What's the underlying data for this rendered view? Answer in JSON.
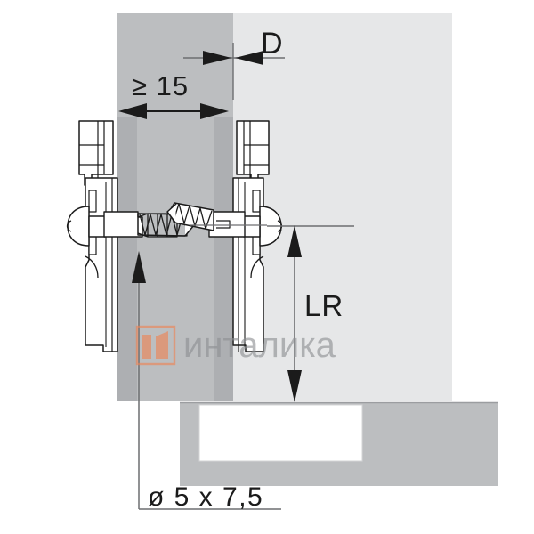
{
  "drawing": {
    "title": "Hinge mounting plate installation diagram",
    "type": "technical-cross-section",
    "colors": {
      "panel_dark_gray": "#bcbec0",
      "panel_light_gray": "#e6e7e8",
      "panel_mid_gray": "#c7c9cb",
      "line_black": "#1b1b1b",
      "line_thin_gray": "#6d6e71",
      "metal_white": "#ffffff",
      "watermark_gray": "#8d8f92",
      "watermark_orange": "#ef8354"
    }
  },
  "dimensions": {
    "gap_label": "D",
    "min_thickness_label": "≥ 15",
    "vertical_label": "LR",
    "hole_spec_label": "ø 5 x 7,5"
  },
  "watermark": {
    "text": "инталика",
    "logo_name": "intalika-logo"
  }
}
